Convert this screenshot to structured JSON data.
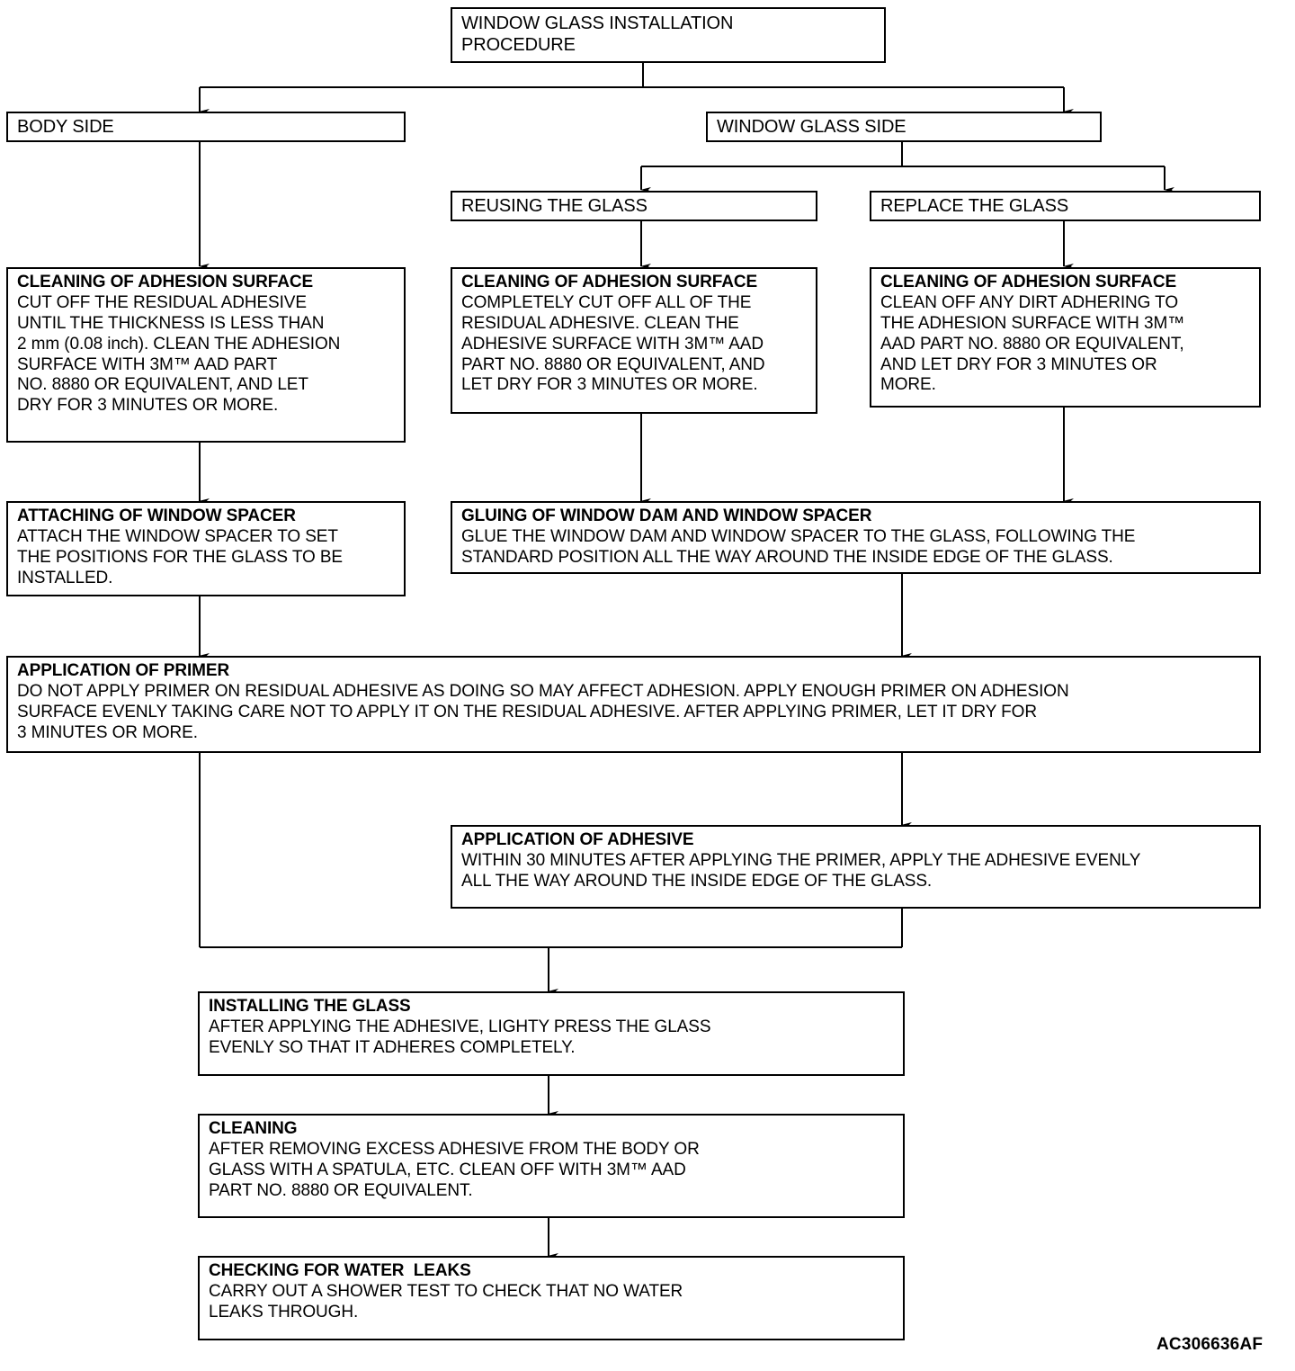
{
  "diagram": {
    "title": "WINDOW GLASS INSTALLATION PROCEDURE",
    "reference_code": "AC306636AF",
    "type": "flowchart"
  },
  "nodes": {
    "root": {
      "text": "WINDOW GLASS INSTALLATION\nPROCEDURE"
    },
    "body_side": {
      "text": "BODY SIDE"
    },
    "window_glass_side": {
      "text": "WINDOW GLASS SIDE"
    },
    "reusing_the_glass": {
      "text": "REUSING THE GLASS"
    },
    "replace_the_glass": {
      "text": "REPLACE  THE GLASS"
    },
    "cleaning_body": {
      "title": "CLEANING OF ADHESION SURFACE",
      "body": "CUT OFF THE RESIDUAL ADHESIVE\nUNTIL THE THICKNESS IS LESS THAN\n2 mm (0.08 inch). CLEAN THE ADHESION\nSURFACE WITH 3M™ AAD PART\nNO. 8880 OR EQUIVALENT, AND LET\nDRY FOR 3 MINUTES OR MORE."
    },
    "cleaning_reuse": {
      "title": "CLEANING OF ADHESION SURFACE",
      "body": "COMPLETELY CUT OFF ALL OF THE\nRESIDUAL ADHESIVE. CLEAN THE\nADHESIVE SURFACE WITH 3M™ AAD\nPART NO. 8880 OR EQUIVALENT, AND\nLET DRY FOR 3 MINUTES OR MORE."
    },
    "cleaning_replace": {
      "title": "CLEANING OF ADHESION SURFACE",
      "body": "CLEAN OFF ANY DIRT ADHERING TO\nTHE ADHESION SURFACE WITH 3M™\nAAD PART NO. 8880 OR EQUIVALENT,\nAND LET DRY FOR 3 MINUTES OR\nMORE."
    },
    "attaching_spacer": {
      "title": "ATTACHING OF WINDOW SPACER",
      "body": "ATTACH THE WINDOW SPACER TO SET\nTHE POSITIONS FOR THE GLASS TO BE\nINSTALLED."
    },
    "gluing_dam_spacer": {
      "title": "GLUING OF WINDOW DAM AND WINDOW SPACER",
      "body": "GLUE THE WINDOW DAM AND WINDOW SPACER TO THE GLASS, FOLLOWING THE\nSTANDARD POSITION ALL THE WAY AROUND THE INSIDE EDGE OF THE GLASS."
    },
    "application_primer": {
      "title": "APPLICATION OF PRIMER",
      "body": "DO NOT APPLY PRIMER ON RESIDUAL ADHESIVE AS DOING SO MAY AFFECT ADHESION. APPLY ENOUGH PRIMER ON ADHESION\nSURFACE EVENLY TAKING CARE NOT TO APPLY IT ON THE RESIDUAL ADHESIVE. AFTER APPLYING PRIMER, LET IT DRY FOR\n3 MINUTES OR MORE."
    },
    "application_adhesive": {
      "title": "APPLICATION OF ADHESIVE",
      "body": "WITHIN 30 MINUTES AFTER APPLYING THE PRIMER, APPLY THE ADHESIVE EVENLY\nALL THE WAY AROUND THE INSIDE EDGE OF THE GLASS."
    },
    "installing_glass": {
      "title": "INSTALLING THE GLASS",
      "body": "AFTER APPLYING THE ADHESIVE, LIGHTY  PRESS THE GLASS\nEVENLY SO THAT IT ADHERES COMPLETELY."
    },
    "cleaning_final": {
      "title": "CLEANING",
      "body": "AFTER REMOVING EXCESS ADHESIVE FROM THE BODY OR\nGLASS WITH A SPATULA, ETC. CLEAN OFF  WITH 3M™ AAD\nPART NO. 8880 OR EQUIVALENT."
    },
    "checking_water_leaks": {
      "title": "CHECKING FOR WATER  LEAKS",
      "body": "CARRY OUT A SHOWER TEST TO CHECK THAT NO WATER\nLEAKS THROUGH."
    }
  },
  "colors": {
    "line": "#000000",
    "box_fill": "#ffffff",
    "text": "#000000"
  }
}
